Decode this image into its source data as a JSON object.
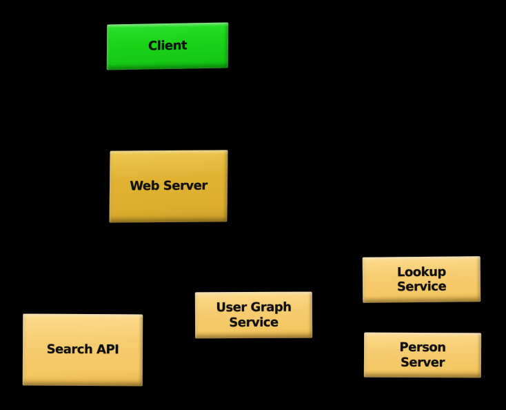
{
  "diagram": {
    "background_color": "#000000",
    "text_color": "#101010",
    "node_colors": {
      "client_green": "#1bd41b",
      "web_server_gold": "#e0b335",
      "service_gold": "#f7cd72"
    },
    "nodes": [
      {
        "id": "client",
        "label": "Client",
        "fill": "#1bd41b"
      },
      {
        "id": "web-server",
        "label": "Web Server",
        "fill": "#e0b335"
      },
      {
        "id": "search-api",
        "label": "Search API",
        "fill": "#f7cd72"
      },
      {
        "id": "user-graph-service",
        "label": "User Graph\nService",
        "fill": "#f7cd72"
      },
      {
        "id": "lookup-service",
        "label": "Lookup\nService",
        "fill": "#f7cd72"
      },
      {
        "id": "person-server",
        "label": "Person\nServer",
        "fill": "#f7cd72"
      }
    ]
  }
}
